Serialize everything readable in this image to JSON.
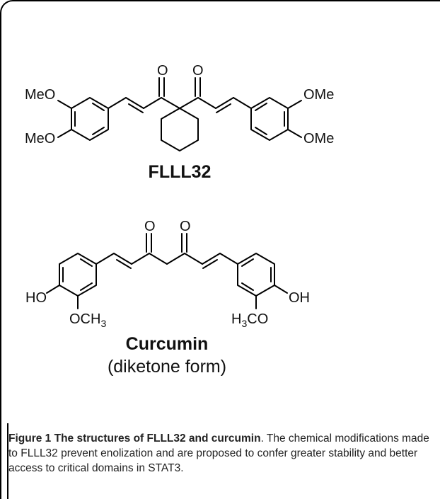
{
  "figure": {
    "compound1": {
      "name": "FLLL32",
      "labels": {
        "meo_top": "MeO",
        "meo_bottom": "MeO",
        "ome_top": "OMe",
        "ome_bottom": "OMe",
        "o_left": "O",
        "o_right": "O"
      }
    },
    "compound2": {
      "name": "Curcumin",
      "subtitle": "(diketone form)",
      "labels": {
        "ho": "HO",
        "och3_base": "OCH",
        "och3_sub": "3",
        "oh": "OH",
        "h3co_h": "H",
        "h3co_sub": "3",
        "h3co_rest": "CO",
        "o_left": "O",
        "o_right": "O"
      }
    },
    "caption": {
      "lead": "Figure 1 The structures of FLLL32 and curcumin",
      "text": ". The chemical modifications made to FLLL32 prevent enolization and are proposed to confer greater stability and better access to critical domains in STAT3."
    }
  }
}
